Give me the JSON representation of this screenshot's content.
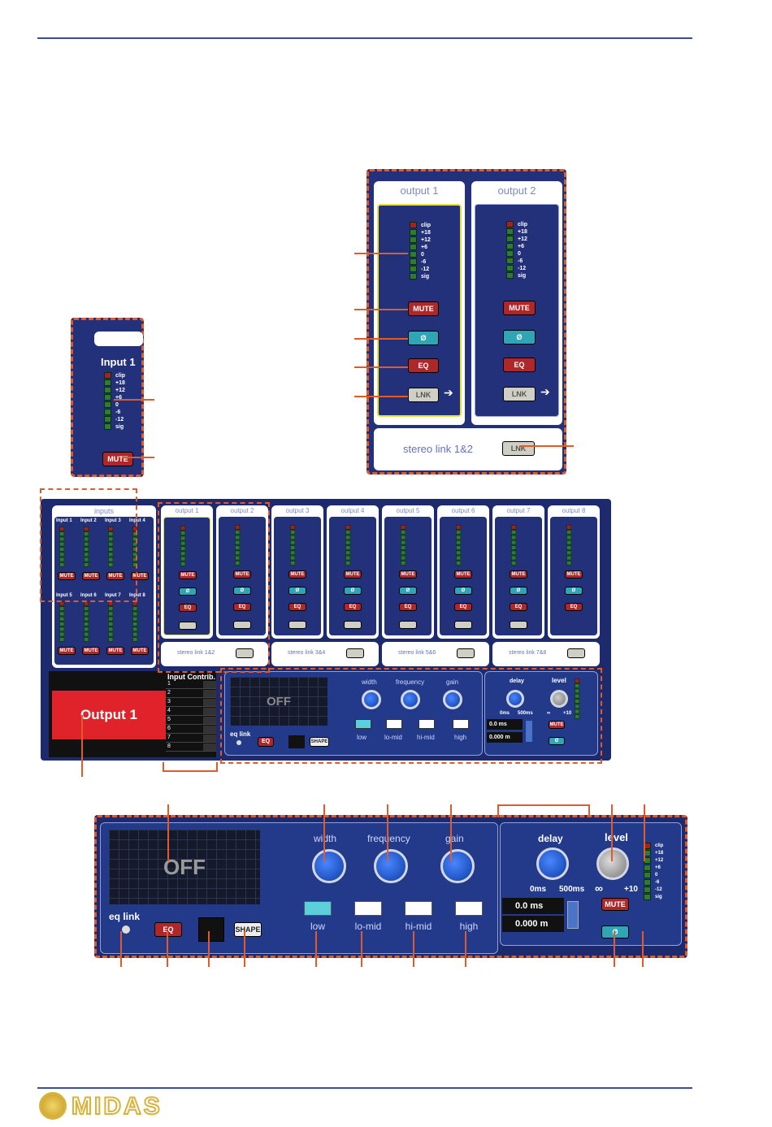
{
  "top_outputs": [
    {
      "title": "output 1",
      "mute": "MUTE",
      "phase": "Ø",
      "eq": "EQ",
      "link": "LNK"
    },
    {
      "title": "output 2",
      "mute": "MUTE",
      "phase": "Ø",
      "eq": "EQ",
      "link": "LNK"
    }
  ],
  "meter_scale": [
    "clip",
    "+18",
    "+12",
    "+6",
    "0",
    "-6",
    "-12",
    "sig"
  ],
  "stereo_link_top": {
    "label": "stereo link 1&2",
    "button": "LNK"
  },
  "input_zoom": {
    "title": "Input 1",
    "mute": "MUTE"
  },
  "main": {
    "inputs_header": "inputs",
    "inputs": [
      "Input 1",
      "Input 2",
      "Input 3",
      "Input 4",
      "Input 5",
      "Input 6",
      "Input 7",
      "Input 8"
    ],
    "input_mute": "MUTE",
    "outputs": [
      "output 1",
      "output 2",
      "output 3",
      "output 4",
      "output 5",
      "output 6",
      "output 7",
      "output 8"
    ],
    "stereo_links": [
      "stereo link 1&2",
      "stereo link 3&4",
      "stereo link 5&6",
      "stereo link 7&8"
    ],
    "output_name": "Output 1",
    "input_contrib_title": "Input Contrib.",
    "input_contrib_rows": [
      "1",
      "2",
      "3",
      "4",
      "5",
      "6",
      "7",
      "8"
    ],
    "eq_display": "OFF",
    "eq_link": "eq link",
    "eq_btn": "EQ",
    "shape_btn": "SHAPE",
    "knob_labels": [
      "width",
      "frequency",
      "gain"
    ],
    "bands": [
      "low",
      "lo-mid",
      "hi-mid",
      "high"
    ],
    "delay_label": "delay",
    "delay_min": "0ms",
    "delay_max": "500ms",
    "level_label": "level",
    "level_min": "∞",
    "level_max": "+10",
    "delay_ms": "0.0 ms",
    "delay_m": "0.000 m",
    "mute": "MUTE",
    "phase": "Ø"
  },
  "logo": "MIDAS",
  "colors": {
    "accent": "#e05a2a",
    "panel": "#23317a",
    "rule": "#3d4c9a",
    "output_red": "#e0222a"
  }
}
